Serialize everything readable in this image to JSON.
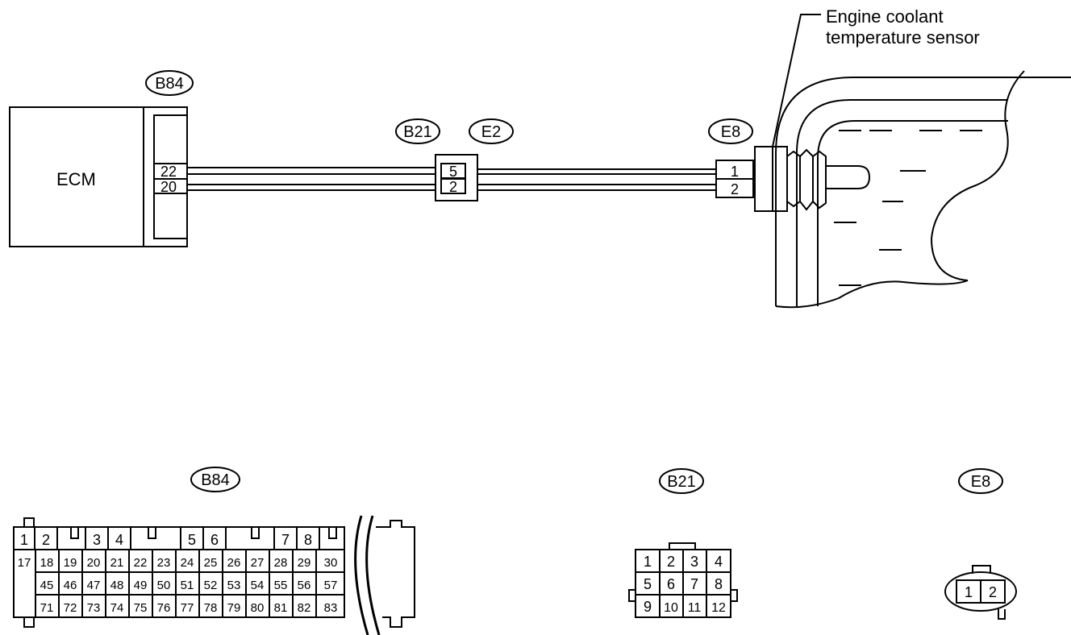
{
  "sensor_label": {
    "line1": "Engine coolant",
    "line2": "temperature sensor"
  },
  "ecm": {
    "label": "ECM",
    "connector_tag": "B84",
    "pins": [
      "22",
      "20"
    ]
  },
  "joint": {
    "tag_left": "B21",
    "tag_right": "E2",
    "pins": [
      "5",
      "2"
    ]
  },
  "sensor_connector": {
    "tag": "E8",
    "pins": [
      "1",
      "2"
    ]
  },
  "views": {
    "b84": {
      "tag": "B84",
      "row1": [
        "1",
        "2",
        "3",
        "4",
        "5",
        "6",
        "7",
        "8"
      ],
      "row2": [
        "17",
        "18",
        "19",
        "20",
        "21",
        "22",
        "23",
        "24",
        "25",
        "26",
        "27",
        "28",
        "29",
        "30"
      ],
      "row3": [
        "45",
        "46",
        "47",
        "48",
        "49",
        "50",
        "51",
        "52",
        "53",
        "54",
        "55",
        "56",
        "57"
      ],
      "row4": [
        "71",
        "72",
        "73",
        "74",
        "75",
        "76",
        "77",
        "78",
        "79",
        "80",
        "81",
        "82",
        "83"
      ]
    },
    "b21": {
      "tag": "B21",
      "rows": [
        [
          "1",
          "2",
          "3",
          "4"
        ],
        [
          "5",
          "6",
          "7",
          "8"
        ],
        [
          "9",
          "10",
          "11",
          "12"
        ]
      ]
    },
    "e8": {
      "tag": "E8",
      "pins": [
        "1",
        "2"
      ]
    }
  }
}
